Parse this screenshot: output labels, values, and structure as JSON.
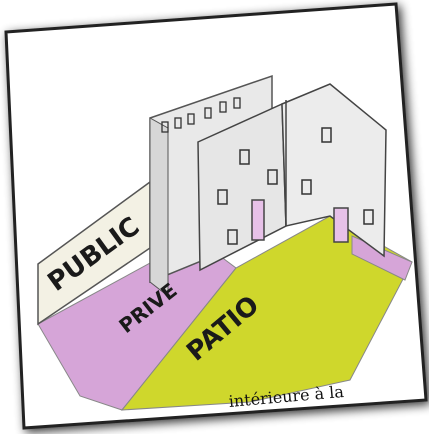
{
  "zones": {
    "public": "PUBLIC",
    "prive": "PRIVE",
    "patio": "PATIO"
  },
  "caption": "intérieure à la",
  "colors": {
    "public": "#f3f1e4",
    "prive": "#d6a5d8",
    "patio": "#cfd72c",
    "walls": "#e6e6e6",
    "door": "#e7c1e8"
  }
}
